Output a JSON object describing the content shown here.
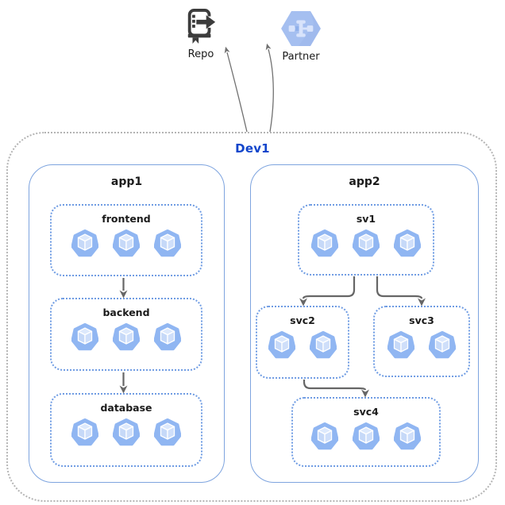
{
  "cluster": {
    "label": "Dev1",
    "label_color": "#1245cb"
  },
  "external": {
    "repo": {
      "label": "Repo",
      "icon": "source-repo-icon"
    },
    "partner": {
      "label": "Partner",
      "icon": "partner-hexagon-icon"
    }
  },
  "apps": [
    {
      "label": "app1",
      "services": [
        {
          "label": "frontend",
          "pods": 3
        },
        {
          "label": "backend",
          "pods": 3
        },
        {
          "label": "database",
          "pods": 3
        }
      ]
    },
    {
      "label": "app2",
      "services": [
        {
          "label": "sv1",
          "pods": 3
        },
        {
          "label": "svc2",
          "pods": 2
        },
        {
          "label": "svc3",
          "pods": 2
        },
        {
          "label": "svc4",
          "pods": 3
        }
      ]
    }
  ],
  "edges": [
    {
      "from": "frontend",
      "to": "backend"
    },
    {
      "from": "backend",
      "to": "database"
    },
    {
      "from": "sv1",
      "to": "svc2"
    },
    {
      "from": "sv1",
      "to": "svc3"
    },
    {
      "from": "svc2",
      "to": "svc4"
    },
    {
      "from": "Dev1",
      "to": "Repo"
    },
    {
      "from": "Dev1",
      "to": "Partner"
    }
  ],
  "colors": {
    "cluster_border": "#b4b4b4",
    "app_border": "#7ea4df",
    "service_border": "#6f9ce3",
    "pod_fill": "#90b6f2",
    "pod_cube": "#cfdffa",
    "arrow": "#666666",
    "thin_arrow": "#707070",
    "hexagon_fill": "#a5bff0",
    "repo_icon": "#3c3c3c"
  }
}
